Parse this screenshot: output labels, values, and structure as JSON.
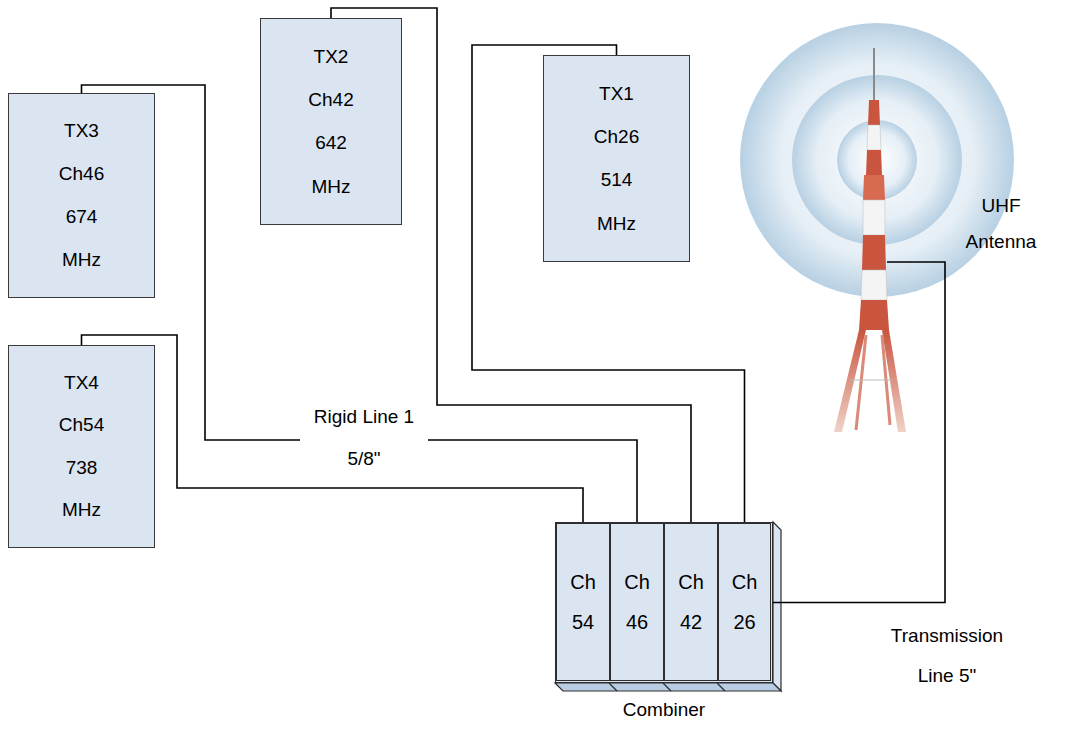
{
  "diagram": {
    "nodes": [
      {
        "text": [
          "TX3",
          "Ch46",
          "674",
          "MHz"
        ]
      },
      {
        "text": [
          "TX2",
          "Ch42",
          "642",
          "MHz"
        ]
      },
      {
        "text": [
          "TX1",
          "Ch26",
          "514",
          "MHz"
        ]
      },
      {
        "text": [
          "UHF Antenna"
        ]
      },
      {
        "text": [
          "TX4",
          "Ch54",
          "738",
          "MHz"
        ]
      },
      {
        "text": [
          "Combiner"
        ]
      },
      {
        "text": [
          "Ch 54"
        ],
        "in": 5
      },
      {
        "text": [
          "Ch 46"
        ],
        "in": 5
      },
      {
        "text": [
          "Ch 42"
        ],
        "in": 5
      },
      {
        "text": [
          "Ch 26"
        ],
        "in": 5
      }
    ],
    "edges": [
      {
        "from": 4,
        "to": 6,
        "arrow": "none",
        "label": "Rigid Line 1 5/8\""
      },
      {
        "from": 0,
        "to": 7,
        "arrow": "none"
      },
      {
        "from": 1,
        "to": 8,
        "arrow": "none"
      },
      {
        "from": 2,
        "to": 9,
        "arrow": "none"
      },
      {
        "from": 5,
        "to": 3,
        "arrow": "none",
        "label": "Transmission Line 5\""
      }
    ]
  }
}
